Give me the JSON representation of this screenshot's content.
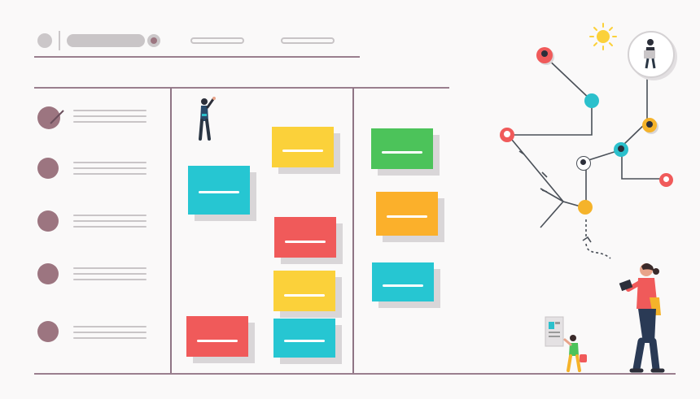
{
  "colors": {
    "frame": "#9a7f8e",
    "placeholder": "#c9c5c7",
    "avatar": "#9c7580",
    "yellow": "#fbd13a",
    "cyan": "#26c6d2",
    "red": "#f05a5a",
    "green": "#4cc35a",
    "orange": "#fbb02b",
    "network_line": "#4a5058",
    "node_cyan": "#2bc0cc",
    "node_orange": "#f5b32a"
  },
  "header": {
    "avatar_icon": "avatar-icon",
    "settings_icon": "record-icon"
  },
  "list": {
    "rows": [
      {
        "icon": "avatar-check-icon"
      },
      {
        "icon": "avatar-icon"
      },
      {
        "icon": "avatar-icon"
      },
      {
        "icon": "avatar-icon"
      },
      {
        "icon": "avatar-icon"
      }
    ]
  },
  "board": {
    "columns": [
      {
        "cards": [
          "cyan",
          "red"
        ]
      },
      {
        "cards": [
          "yellow",
          "red",
          "yellow",
          "cyan"
        ]
      },
      {
        "cards": [
          "green",
          "orange",
          "cyan"
        ]
      }
    ]
  },
  "illustration": {
    "sun_icon": "sun-icon",
    "person_icons": [
      "person-waving",
      "person-reading",
      "child-carrying-bag",
      "person-in-bubble"
    ]
  }
}
